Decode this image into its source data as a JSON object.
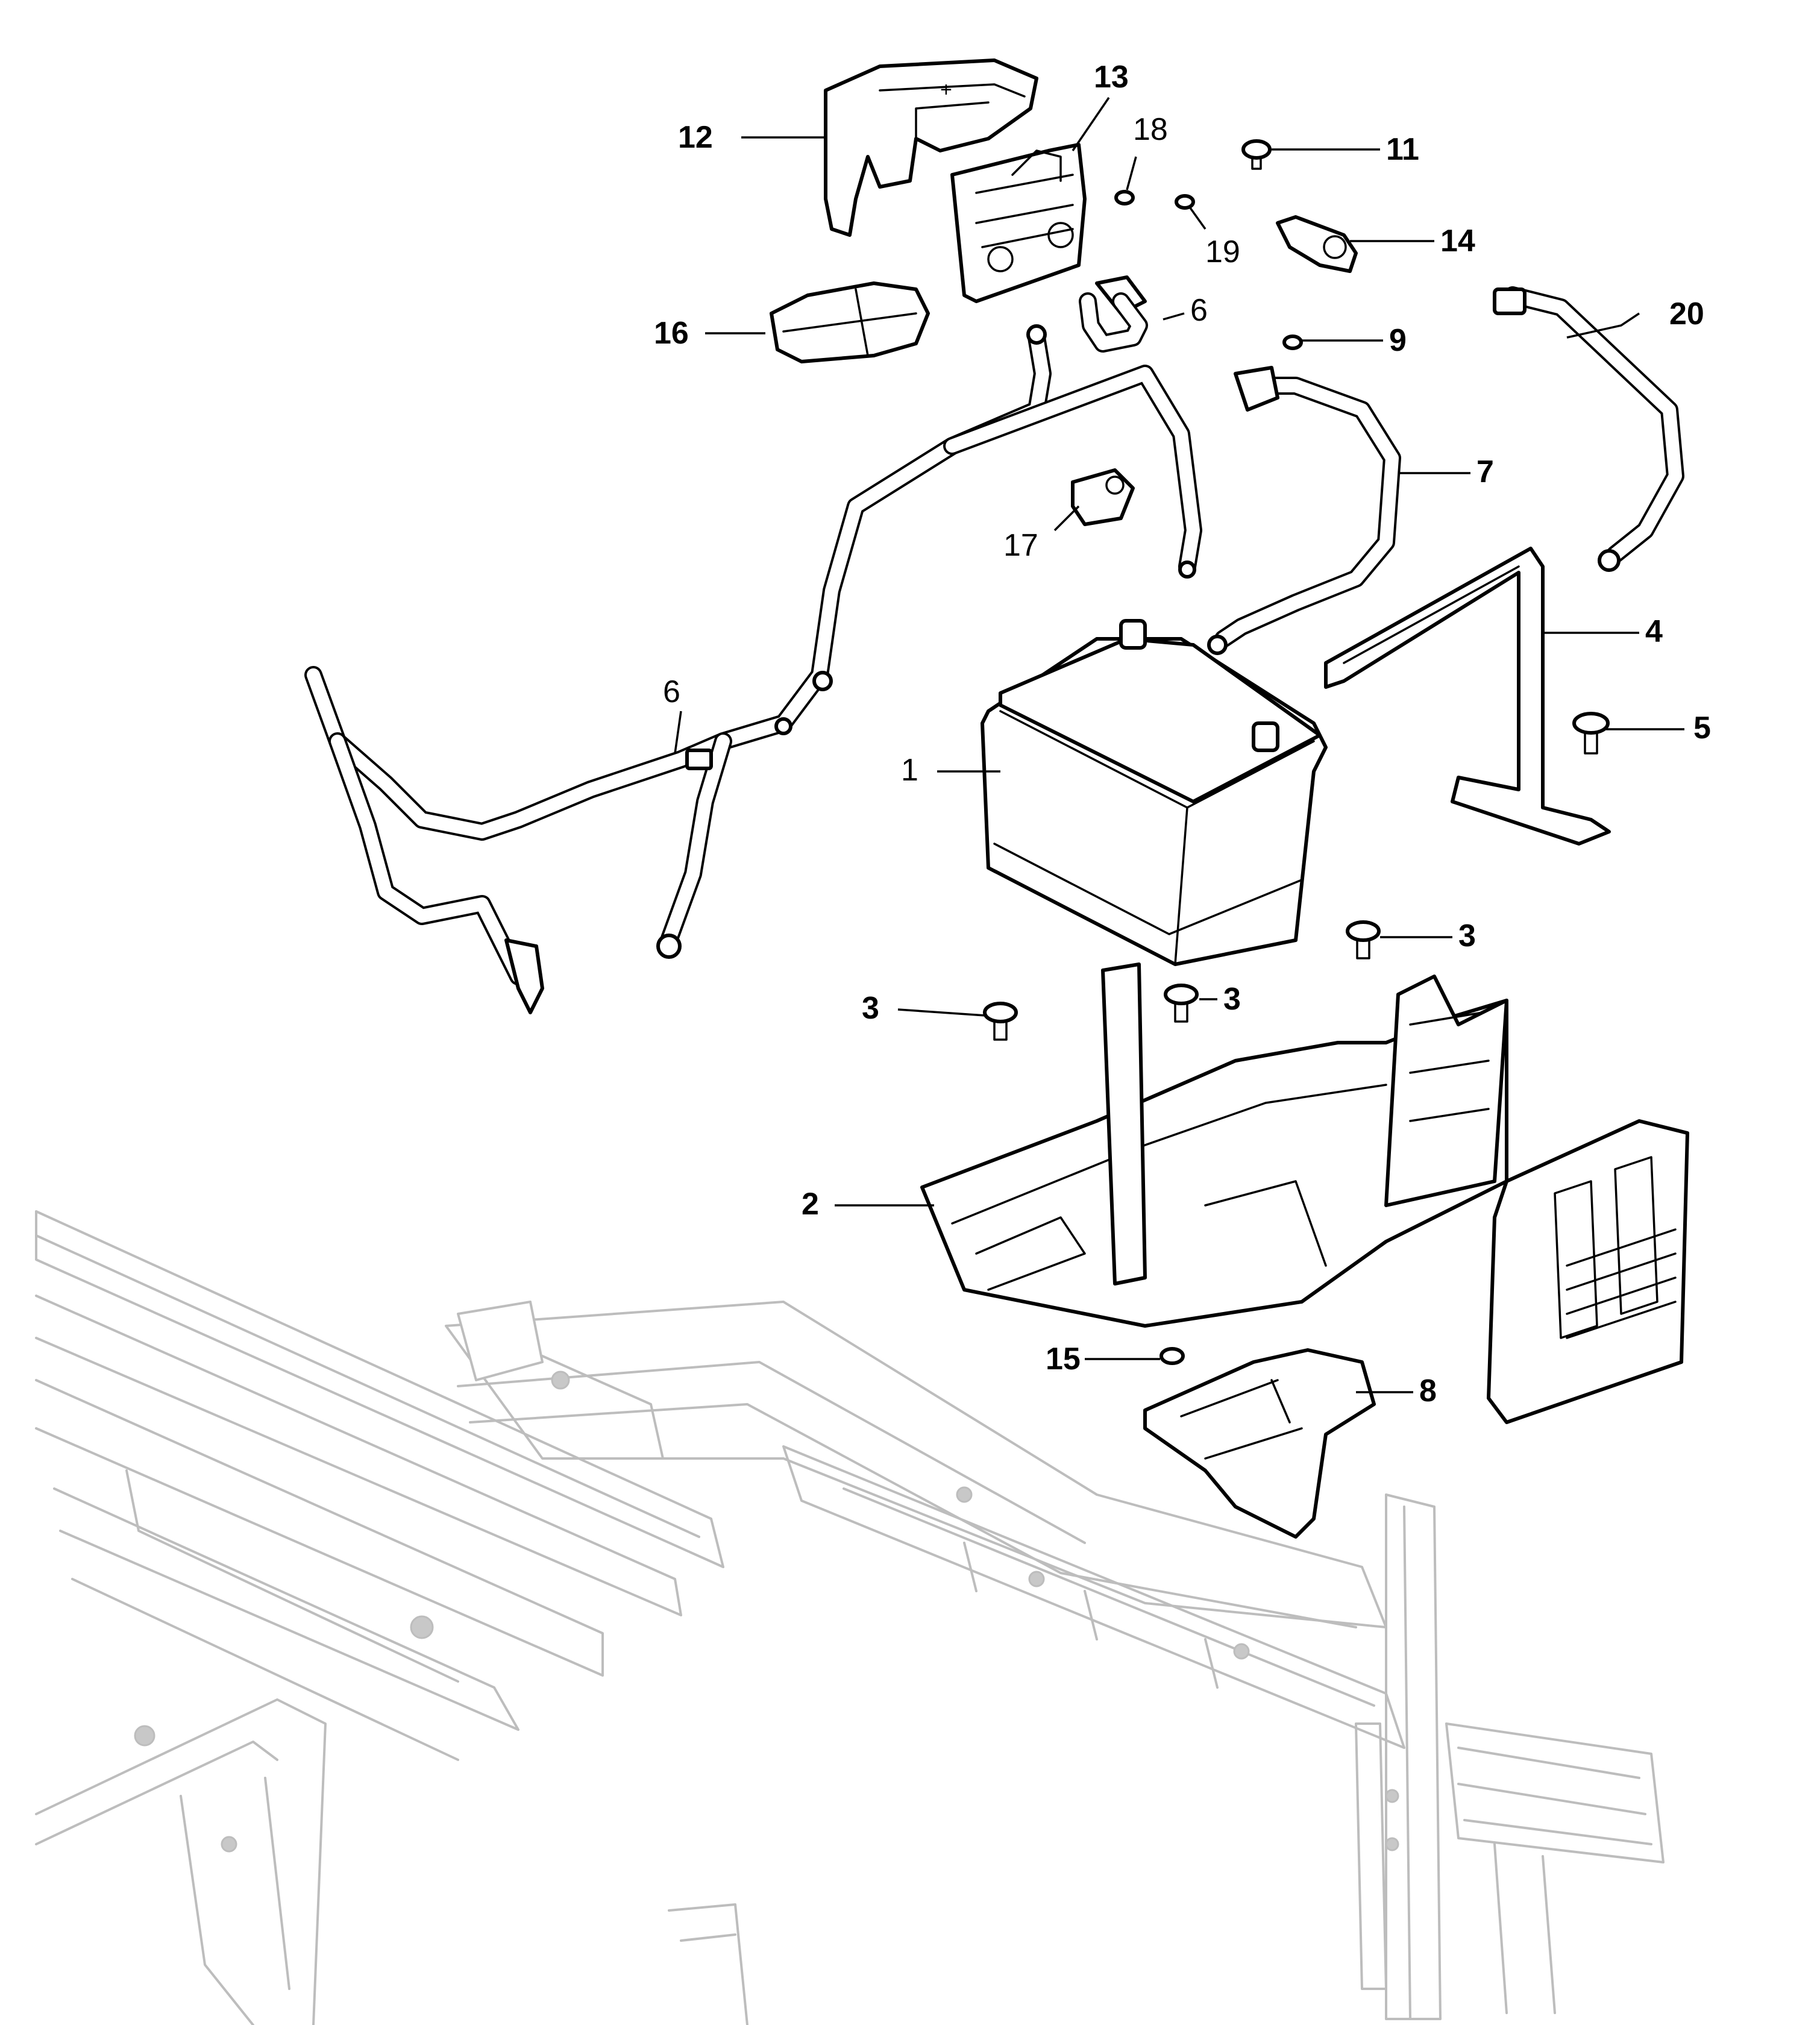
{
  "diagram": {
    "callouts": [
      {
        "id": "c1",
        "label": "1",
        "weight": "normal"
      },
      {
        "id": "c2",
        "label": "2",
        "weight": "bold"
      },
      {
        "id": "c3a",
        "label": "3",
        "weight": "bold"
      },
      {
        "id": "c3b",
        "label": "3",
        "weight": "bold"
      },
      {
        "id": "c3c",
        "label": "3",
        "weight": "bold"
      },
      {
        "id": "c4",
        "label": "4",
        "weight": "bold"
      },
      {
        "id": "c5",
        "label": "5",
        "weight": "bold"
      },
      {
        "id": "c6a",
        "label": "6",
        "weight": "normal"
      },
      {
        "id": "c6b",
        "label": "6",
        "weight": "normal"
      },
      {
        "id": "c7",
        "label": "7",
        "weight": "bold"
      },
      {
        "id": "c8",
        "label": "8",
        "weight": "bold"
      },
      {
        "id": "c9",
        "label": "9",
        "weight": "bold"
      },
      {
        "id": "c11",
        "label": "11",
        "weight": "bold"
      },
      {
        "id": "c12",
        "label": "12",
        "weight": "bold"
      },
      {
        "id": "c13",
        "label": "13",
        "weight": "bold"
      },
      {
        "id": "c14",
        "label": "14",
        "weight": "bold"
      },
      {
        "id": "c15",
        "label": "15",
        "weight": "bold"
      },
      {
        "id": "c16",
        "label": "16",
        "weight": "bold"
      },
      {
        "id": "c17",
        "label": "17",
        "weight": "normal"
      },
      {
        "id": "c18",
        "label": "18",
        "weight": "normal"
      },
      {
        "id": "c19",
        "label": "19",
        "weight": "normal"
      },
      {
        "id": "c20",
        "label": "20",
        "weight": "bold"
      }
    ],
    "colors": {
      "ink": "#000000",
      "ghost": "#bdbdbd",
      "background": "#ffffff"
    }
  }
}
